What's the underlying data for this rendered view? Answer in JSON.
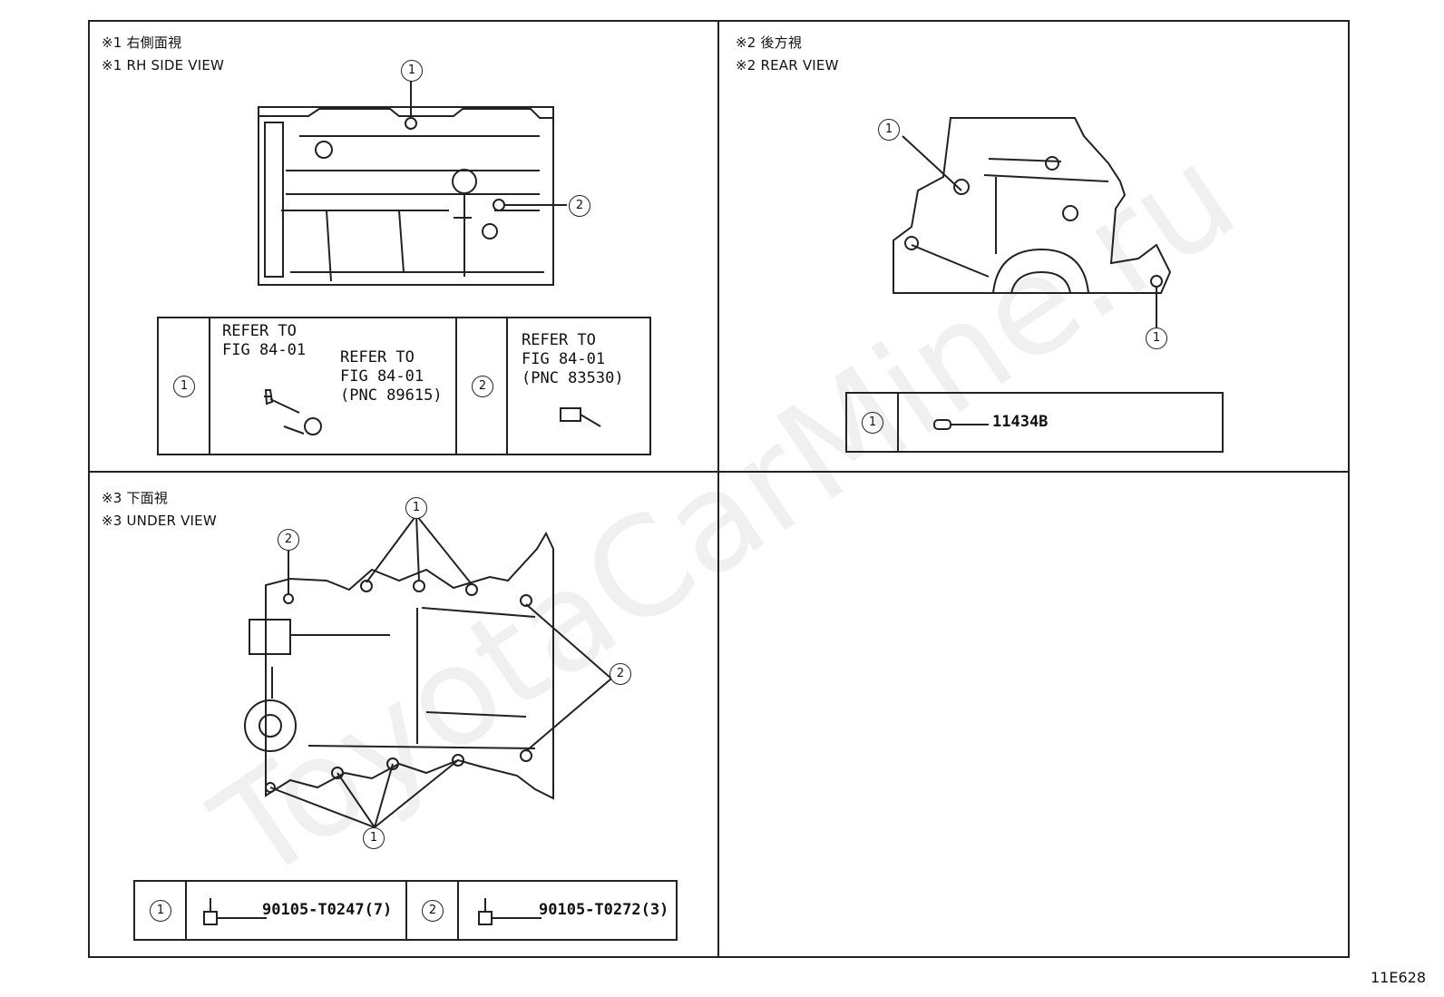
{
  "watermark": "ToyotaCarMine.ru",
  "figure_code": "11E628",
  "panels": {
    "rh_side": {
      "caption_jp": "※1 右側面視",
      "caption_en": "※1 RH SIDE VIEW",
      "callouts": [
        "1",
        "2"
      ],
      "table": {
        "item1_no": "1",
        "item1_refer_a": "REFER TO\nFIG 84-01",
        "item1_refer_b": "REFER TO\nFIG 84-01\n(PNC 89615)",
        "item2_no": "2",
        "item2_refer": "REFER TO\nFIG 84-01\n(PNC 83530)"
      }
    },
    "rear": {
      "caption_jp": "※2 後方視",
      "caption_en": "※2 REAR VIEW",
      "callouts": [
        "1",
        "1"
      ],
      "table": {
        "item1_no": "1",
        "item1_part": "11434B"
      }
    },
    "under": {
      "caption_jp": "※3 下面視",
      "caption_en": "※3 UNDER VIEW",
      "callouts": [
        "1",
        "2",
        "2",
        "1"
      ],
      "table": {
        "item1_no": "1",
        "item1_part": "90105-T0247(7)",
        "item2_no": "2",
        "item2_part": "90105-T0272(3)"
      }
    }
  }
}
